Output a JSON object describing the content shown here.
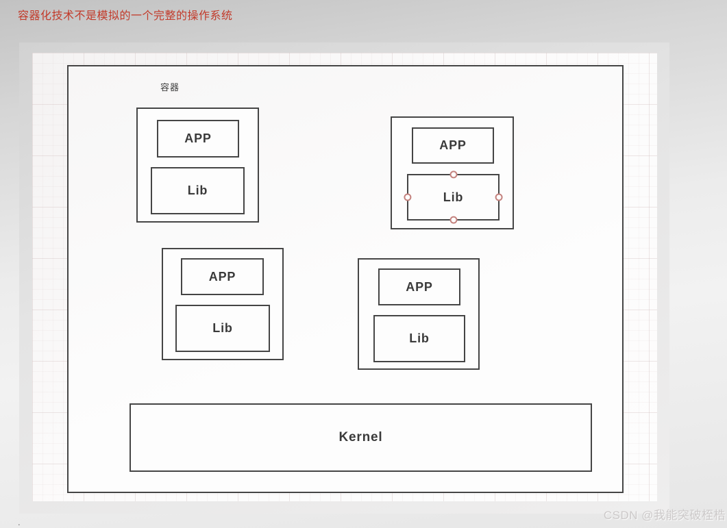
{
  "title": "容器化技术不是模拟的一个完整的操作系统",
  "diagram": {
    "container_label": "容器",
    "containers": [
      {
        "app_label": "APP",
        "lib_label": "Lib",
        "selected": false
      },
      {
        "app_label": "APP",
        "lib_label": "Lib",
        "selected": true
      },
      {
        "app_label": "APP",
        "lib_label": "Lib",
        "selected": false
      },
      {
        "app_label": "APP",
        "lib_label": "Lib",
        "selected": false
      }
    ],
    "kernel_label": "Kernel"
  },
  "watermark": "CSDN @我能突破桎梏",
  "stray_mark": ".",
  "colors": {
    "title_red": "#c23a2a",
    "shape_border": "#454545",
    "selection_handle_ring": "#c4827e",
    "watermark_gray": "#ccc9c9",
    "canvas_background": "#fbfafa"
  }
}
